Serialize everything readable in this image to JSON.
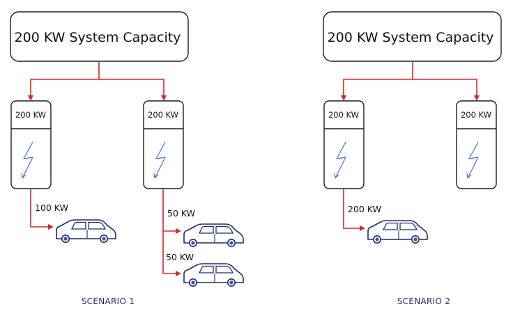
{
  "colors": {
    "box_stroke": "#1b1b2f",
    "arrow": "#d62828",
    "bolt": "#4a6fd1",
    "car_stroke": "#1e2a6e",
    "car_wheel": "#2f56b0",
    "scenario_text": "#1e2a6e"
  },
  "scenario1": {
    "capacity_label": "200 KW System Capacity",
    "charger_left_label": "200 KW",
    "charger_right_label": "200 KW",
    "flow_left_label": "100 KW",
    "flow_right_top_label": "50 KW",
    "flow_right_bottom_label": "50 KW",
    "caption": "SCENARIO 1"
  },
  "scenario2": {
    "capacity_label": "200 KW System Capacity",
    "charger_left_label": "200 KW",
    "charger_right_label": "200 KW",
    "flow_left_label": "200 KW",
    "caption": "SCENARIO 2"
  },
  "icons": {
    "charger": "lightning-bolt-icon",
    "vehicle": "car-icon"
  }
}
